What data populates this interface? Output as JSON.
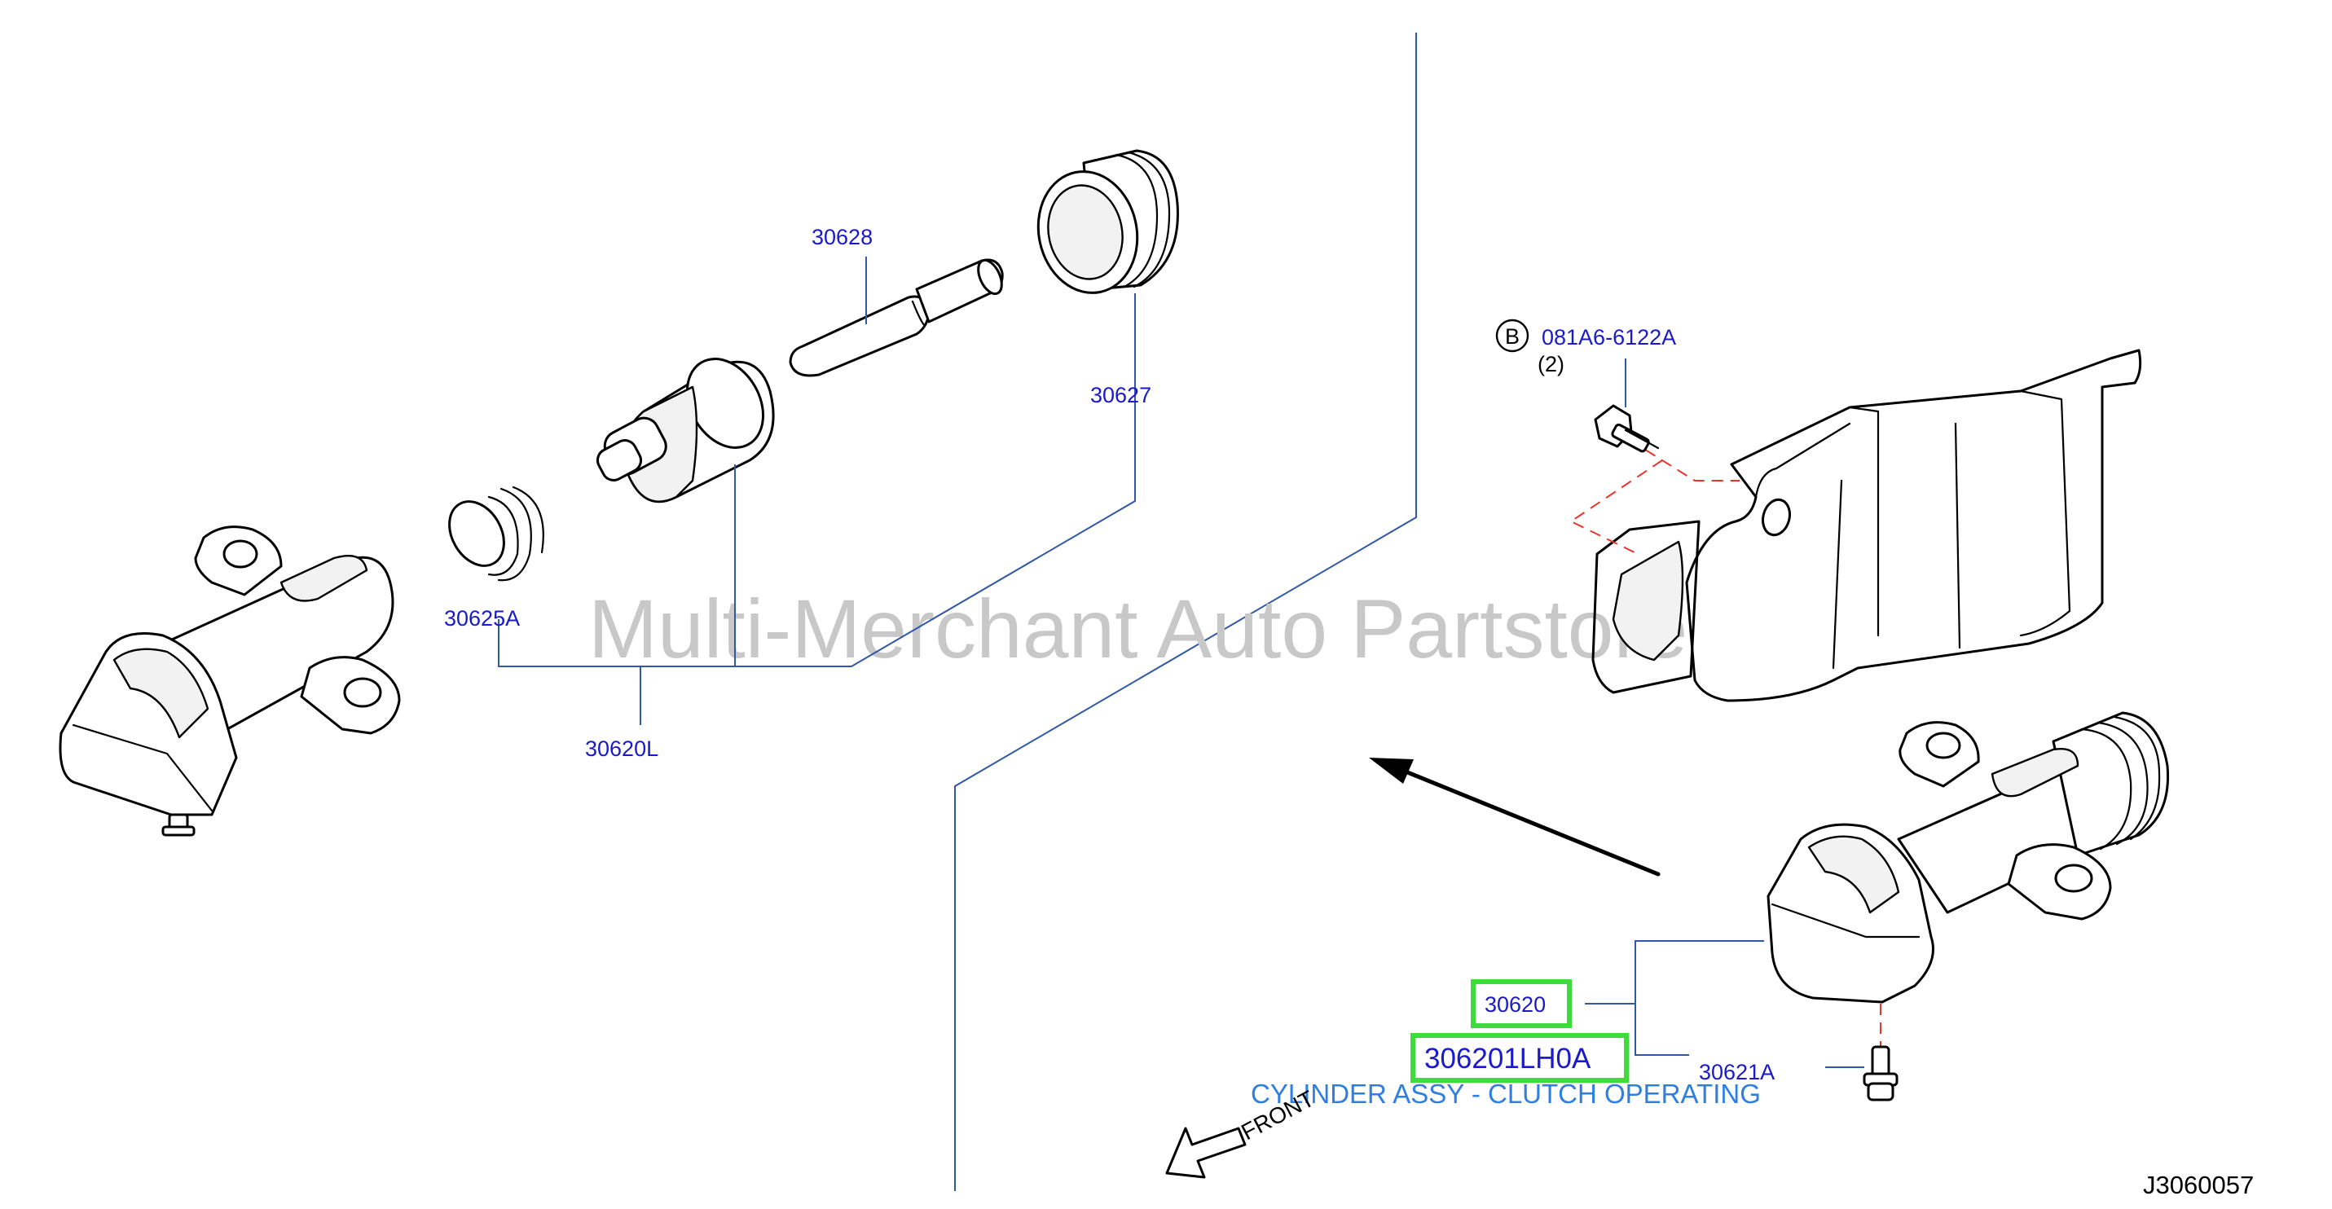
{
  "watermark": "Multi-Merchant Auto Partstore",
  "diagram_code": "J3060057",
  "callouts": {
    "p30628": "30628",
    "p30627": "30627",
    "p30625A": "30625A",
    "p30620L": "30620L",
    "bolt_code": "081A6-6122A",
    "bolt_badge": "B",
    "bolt_qty": "(2)",
    "p30620": "30620",
    "p30621A": "30621A"
  },
  "highlight": {
    "part_number": "306201LH0A",
    "description": "CYLINDER ASSY - CLUTCH OPERATING"
  },
  "direction_label": "FRONT",
  "colors": {
    "callout_text": "#1a1acc",
    "leader_line": "#2f58a8",
    "highlight_border": "#3ddc3d",
    "description_text": "#2f7fe0",
    "dashed_line": "#e8352b",
    "watermark": "#c8c8c8",
    "drawing": "#000000"
  }
}
